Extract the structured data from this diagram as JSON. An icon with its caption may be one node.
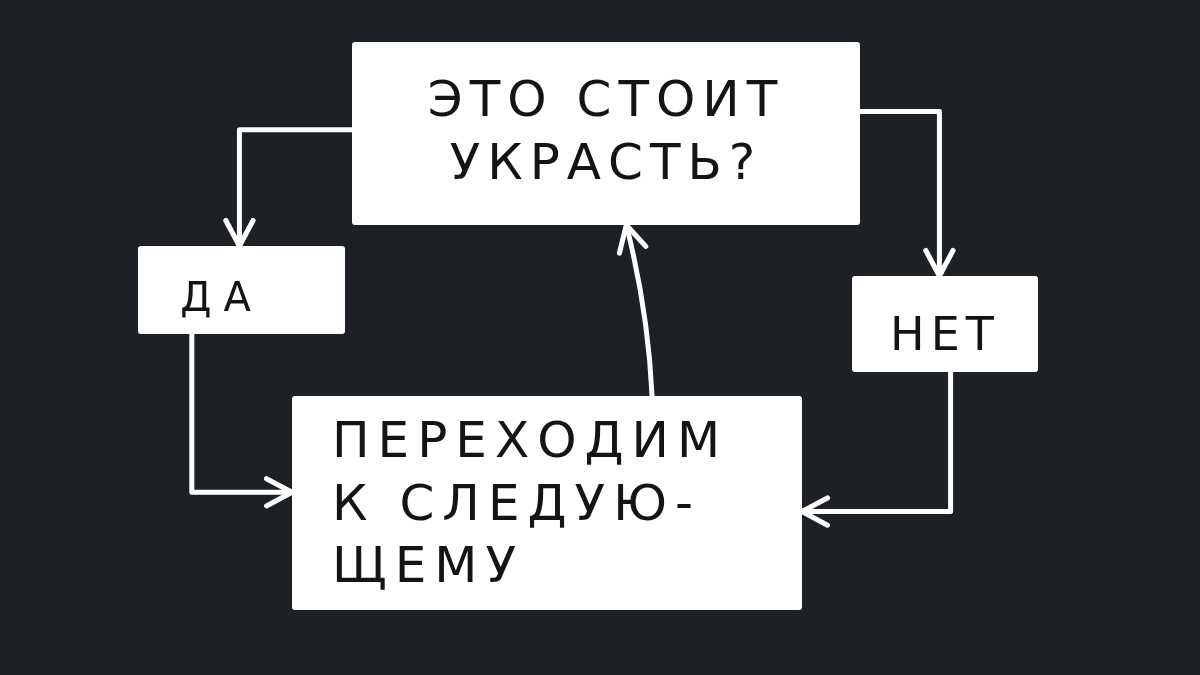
{
  "diagram": {
    "nodes": [
      {
        "text": [
          "ЭТО СТОИТ УКРАСТЬ?"
        ]
      },
      {
        "text": [
          "ДА"
        ]
      },
      {
        "text": [
          "НЕТ"
        ]
      },
      {
        "text": [
          "ПЕРЕХОДИМ К СЛЕДУЮ- ЩЕМУ"
        ]
      }
    ],
    "edges": [
      {
        "from": 0,
        "to": 1,
        "arrow": "to"
      },
      {
        "from": 0,
        "to": 2,
        "arrow": "to"
      },
      {
        "from": 1,
        "to": 3,
        "arrow": "to"
      },
      {
        "from": 2,
        "to": 3,
        "arrow": "to"
      },
      {
        "from": 3,
        "to": 0,
        "arrow": "to"
      }
    ]
  }
}
